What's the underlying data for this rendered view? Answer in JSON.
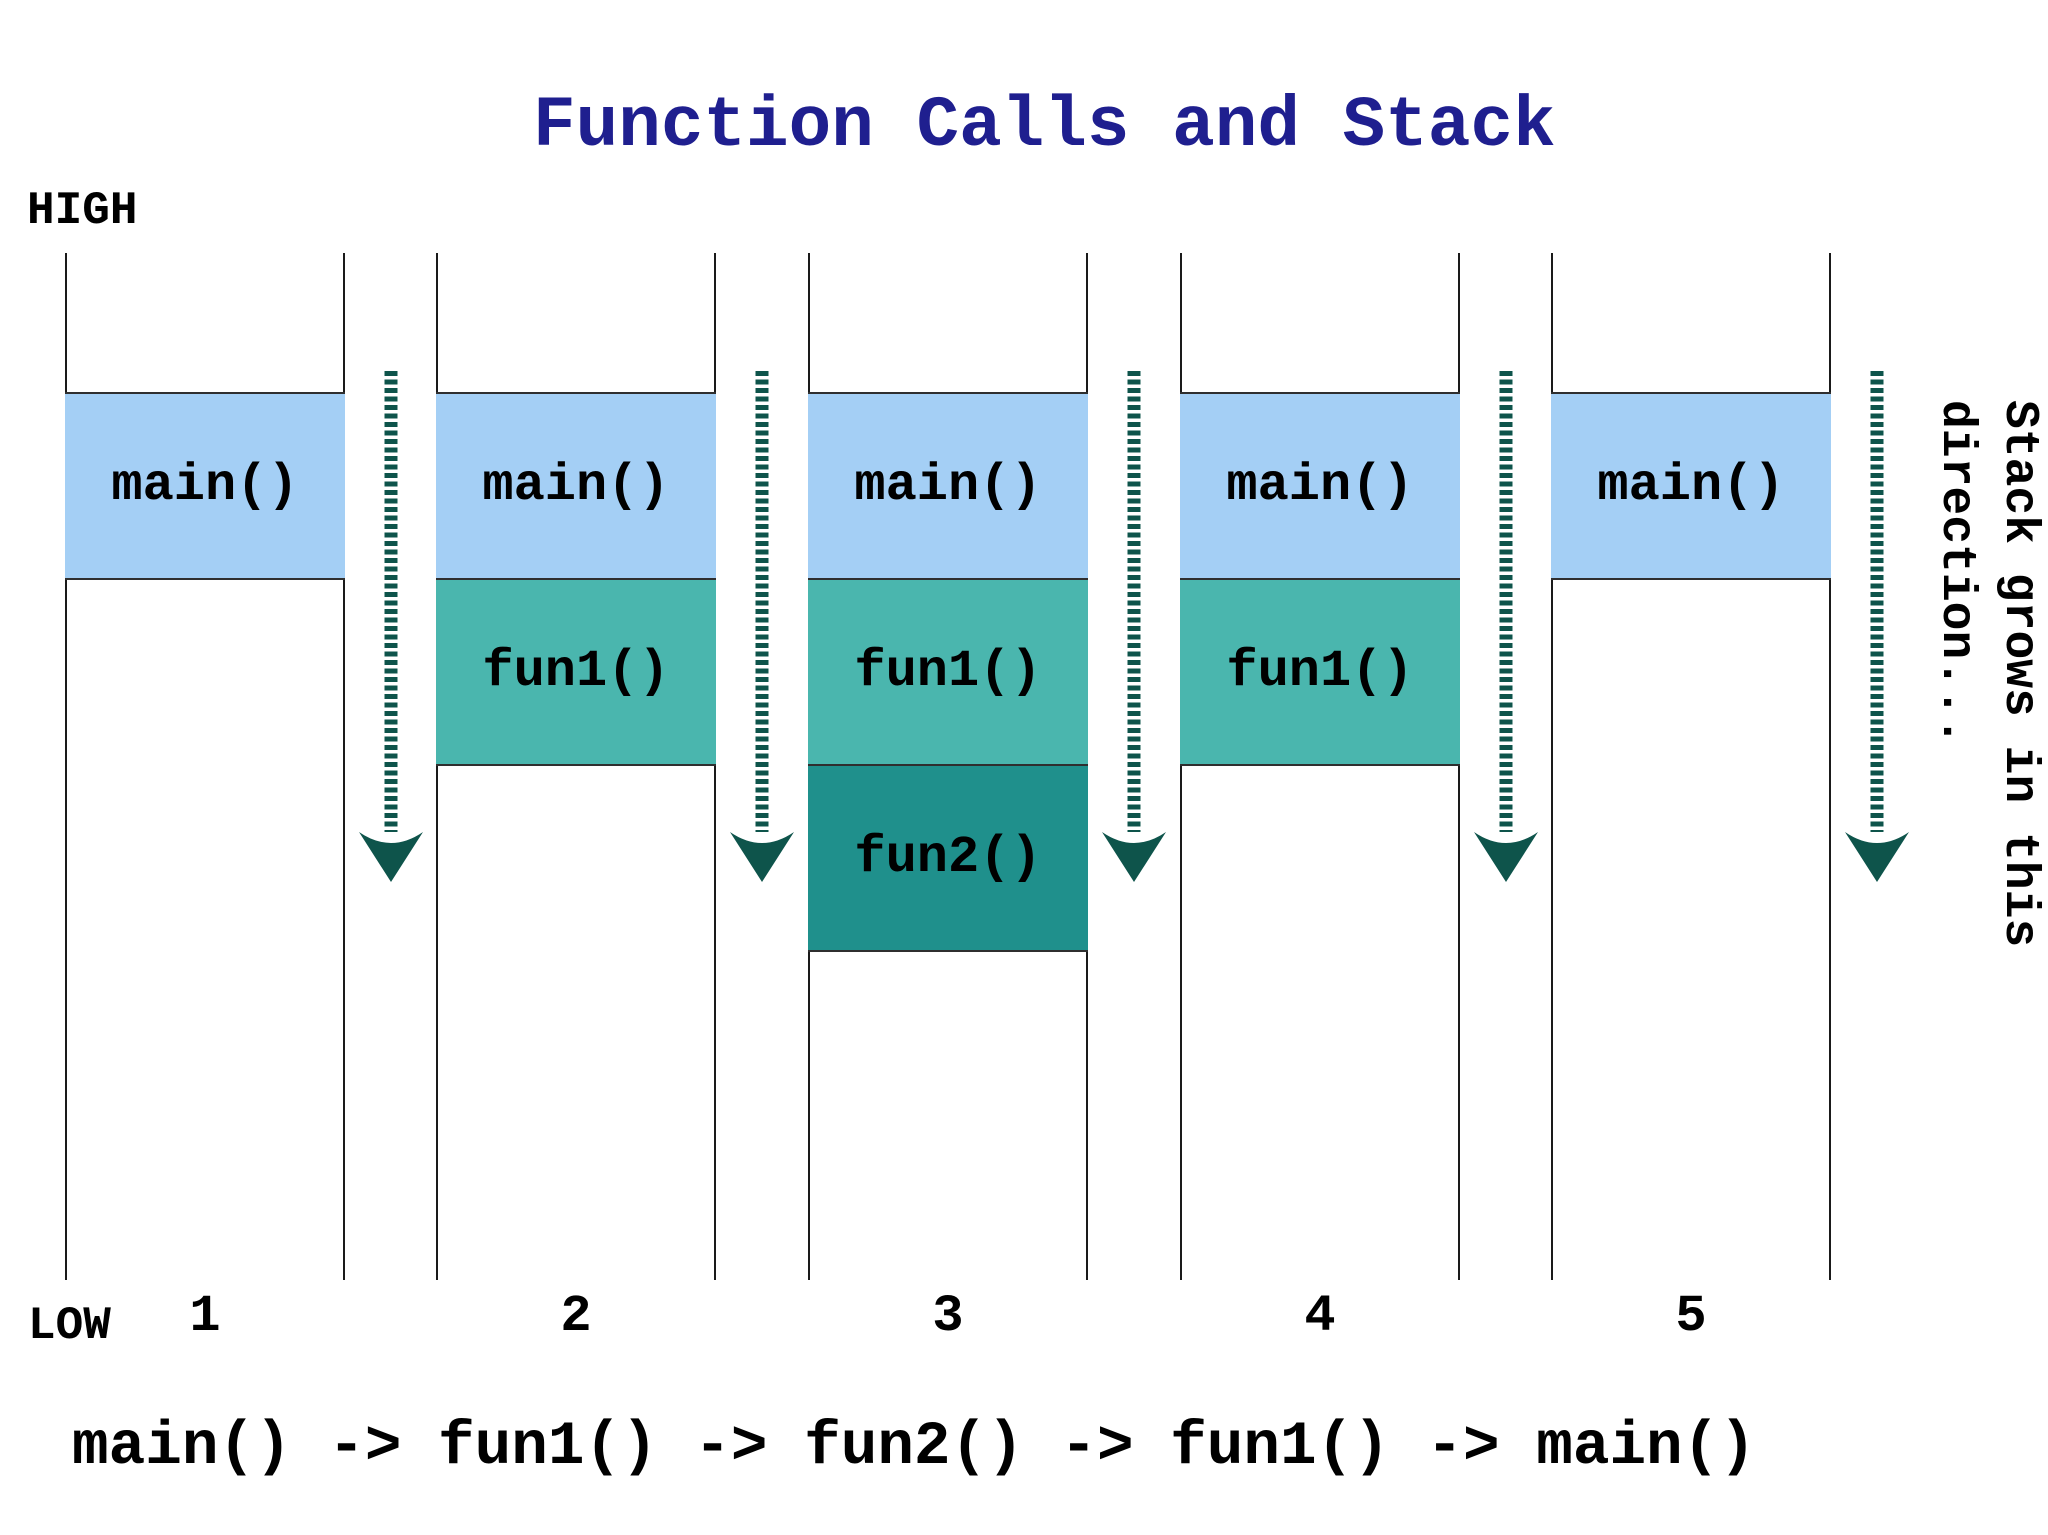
{
  "title": "Function Calls and Stack",
  "memory_labels": {
    "high": "HIGH",
    "low": "LOW"
  },
  "columns": [
    {
      "number": "1",
      "frames": [
        {
          "label": "main()",
          "type": "main"
        }
      ]
    },
    {
      "number": "2",
      "frames": [
        {
          "label": "main()",
          "type": "main"
        },
        {
          "label": "fun1()",
          "type": "fun1"
        }
      ]
    },
    {
      "number": "3",
      "frames": [
        {
          "label": "main()",
          "type": "main"
        },
        {
          "label": "fun1()",
          "type": "fun1"
        },
        {
          "label": "fun2()",
          "type": "fun2"
        }
      ]
    },
    {
      "number": "4",
      "frames": [
        {
          "label": "main()",
          "type": "main"
        },
        {
          "label": "fun1()",
          "type": "fun1"
        }
      ]
    },
    {
      "number": "5",
      "frames": [
        {
          "label": "main()",
          "type": "main"
        }
      ]
    }
  ],
  "side_note": {
    "lines": [
      "Stack grows in this",
      "direction..."
    ]
  },
  "call_sequence": "main() -> fun1() -> fun2() -> fun1() -> main()",
  "colors": {
    "frame_main": "#a4cff5",
    "frame_fun1": "#4ab6ae",
    "frame_fun2": "#1f908c",
    "arrow": "#0e544b",
    "title_text": "#1f1f8f",
    "column_line": "#1a1a1a",
    "frame_border": "#2f2f2f",
    "text": "#000000"
  }
}
